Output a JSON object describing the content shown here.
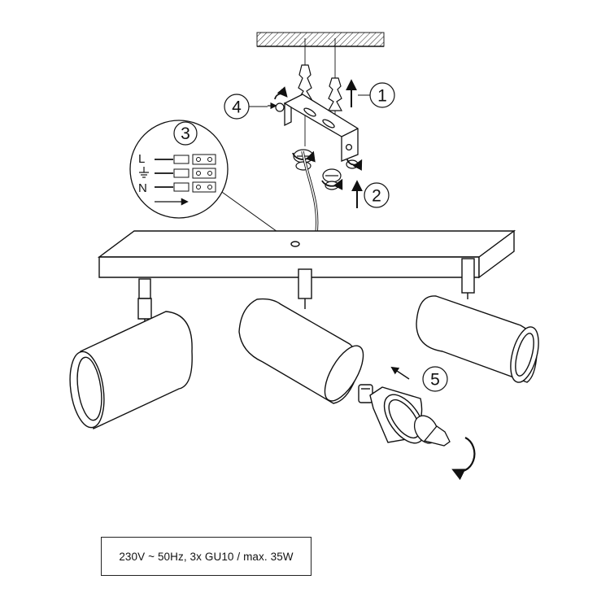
{
  "steps": {
    "step1": "1",
    "step2": "2",
    "step3": "3",
    "step4": "4",
    "step5": "5"
  },
  "wiring": {
    "live": "L",
    "neutral": "N"
  },
  "icons": {
    "earth": "earth-ground-icon",
    "rotate": "rotate-arrow-icon",
    "arrow": "direction-arrow-icon"
  },
  "spec": "230V ~ 50Hz, 3x GU10 / max. 35W"
}
